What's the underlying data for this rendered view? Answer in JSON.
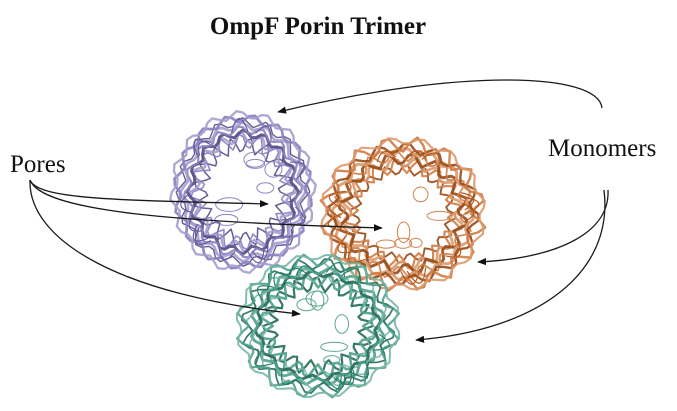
{
  "title": "OmpF Porin Trimer",
  "labels": {
    "pores": "Pores",
    "monomers": "Monomers"
  },
  "colors": {
    "monomer_purple": "#7467b3",
    "monomer_orange": "#c8631f",
    "monomer_teal": "#2f8f74",
    "arrows": "#1a1a1a"
  },
  "monomers": [
    {
      "name": "monomer-purple",
      "color_key": "monomer_purple"
    },
    {
      "name": "monomer-orange",
      "color_key": "monomer_orange"
    },
    {
      "name": "monomer-teal",
      "color_key": "monomer_teal"
    }
  ]
}
